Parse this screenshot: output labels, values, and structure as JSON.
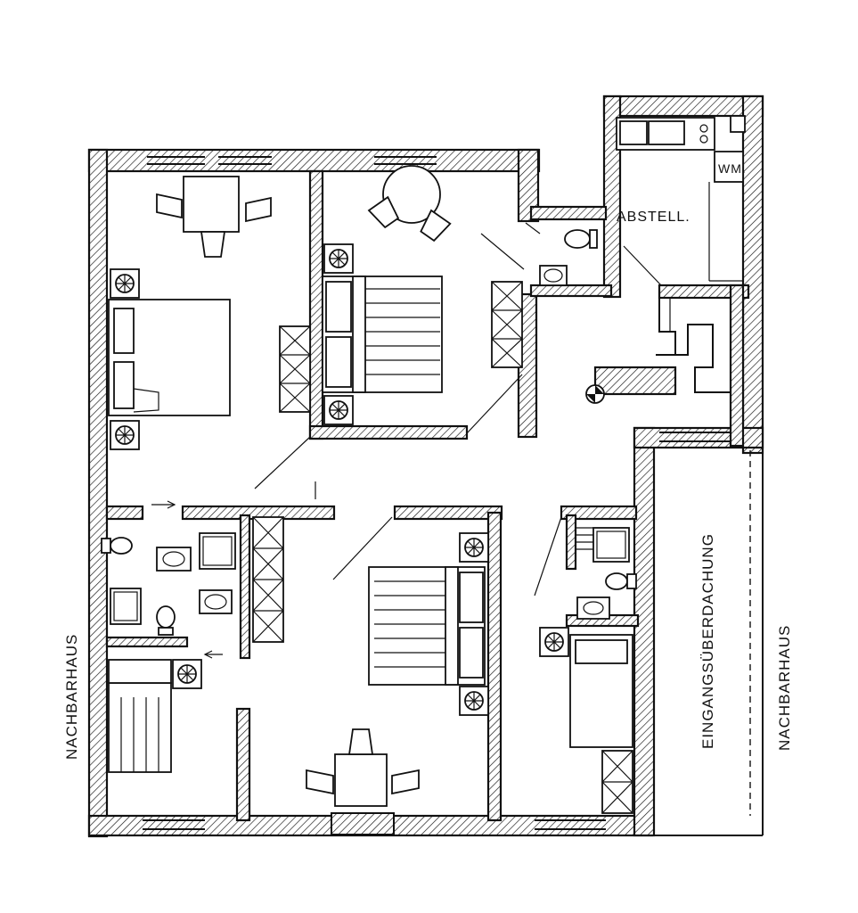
{
  "labels": {
    "storage": "ABSTELL.",
    "washing_machine": "WM.",
    "entrance_canopy": "EINGANGSÜBERDACHUNG",
    "neighbor_left": "NACHBARHAUS",
    "neighbor_right": "NACHBARHAUS"
  },
  "icons": {
    "chair": "chair-icon",
    "bed": "bed-icon",
    "plant": "plant-icon",
    "toilet": "toilet-icon",
    "sink": "sink-icon",
    "shower": "shower-icon",
    "wardrobe": "wardrobe-icon",
    "stove": "stove-icon"
  },
  "colors": {
    "ink": "#111111",
    "paper": "#ffffff"
  }
}
